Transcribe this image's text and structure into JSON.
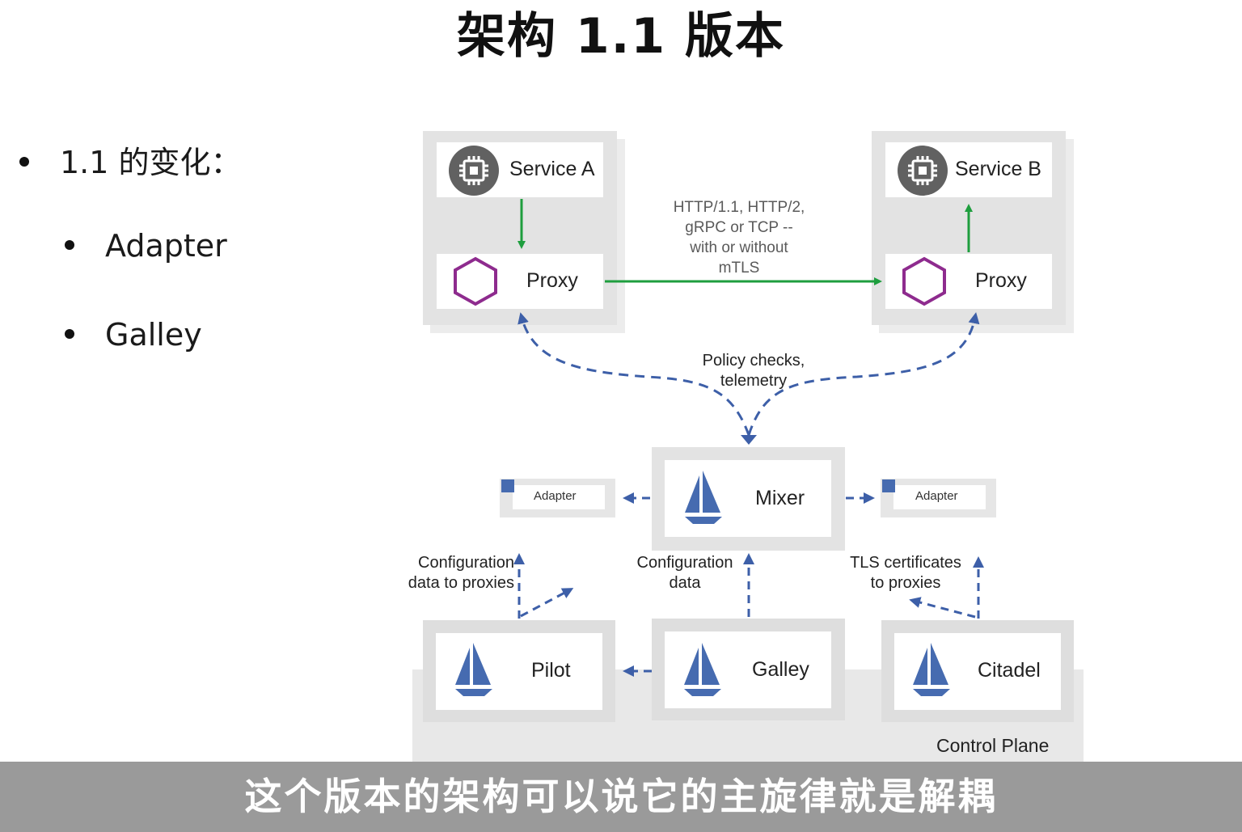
{
  "slide": {
    "title": "架构 1.1 版本",
    "bullets": {
      "main": "1.1 的变化：",
      "sub": [
        "Adapter",
        "Galley"
      ]
    }
  },
  "diagram": {
    "service_a": "Service A",
    "service_b": "Service B",
    "proxy_left": "Proxy",
    "proxy_right": "Proxy",
    "protocol_note": [
      "HTTP/1.1, HTTP/2,",
      "gRPC or TCP --",
      "with or without",
      "mTLS"
    ],
    "policy_note": [
      "Policy checks,",
      "telemetry"
    ],
    "mixer": "Mixer",
    "adapter_left": "Adapter",
    "adapter_right": "Adapter",
    "config_proxies_note": [
      "Configuration",
      "data to proxies"
    ],
    "config_data_note": [
      "Configuration",
      "data"
    ],
    "tls_note": [
      "TLS certificates",
      "to proxies"
    ],
    "pilot": "Pilot",
    "galley": "Galley",
    "citadel": "Citadel",
    "control_plane": "Control Plane"
  },
  "caption": "这个版本的架构可以说它的主旋律就是解耦",
  "colors": {
    "green_arrow": "#1e9e3e",
    "blue_dashed": "#3d5fa8",
    "istio_blue": "#466bb0",
    "proxy_purple": "#8e2b8e",
    "panel_gray": "#e6e6e6",
    "chip_gray": "#616161",
    "caption_bar": "#9a9a9a"
  },
  "icons": [
    "chip-icon",
    "hexagon-icon",
    "istio-sail-icon"
  ]
}
